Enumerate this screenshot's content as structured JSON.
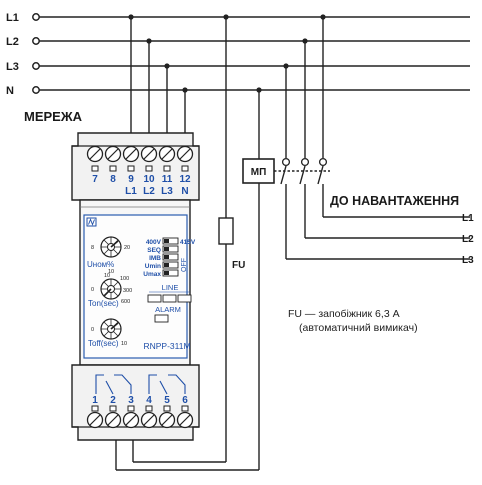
{
  "supply": {
    "title": "МЕРЕЖА",
    "lines": [
      "L1",
      "L2",
      "L3",
      "N"
    ]
  },
  "relay": {
    "top_terminals": [
      "7",
      "8",
      "9",
      "10",
      "11",
      "12"
    ],
    "top_terminal_sub": [
      "L1",
      "L2",
      "L3",
      "N"
    ],
    "bottom_terminals": [
      "1",
      "2",
      "3",
      "4",
      "5",
      "6"
    ],
    "model": "RNPP-311M",
    "knobs": {
      "u_label": "Uном%",
      "u_scale": [
        "8",
        "10",
        "20"
      ],
      "ton_label": "Ton(sec)",
      "ton_scale": [
        "0",
        "10",
        "100",
        "300",
        "600"
      ],
      "toff_label": "Toff(sec)",
      "toff_scale": [
        "0",
        "10"
      ]
    },
    "dip": {
      "left": [
        "400V",
        "SEQ",
        "IMB",
        "Umin",
        "Umax"
      ],
      "right_top": "415V",
      "right_side": "OFF"
    },
    "leds": {
      "line": "LINE",
      "alarm": "ALARM"
    }
  },
  "contactor": {
    "label": "МП"
  },
  "fuse": {
    "label": "FU"
  },
  "load": {
    "title": "ДО НАВАНТАЖЕННЯ",
    "lines": [
      "L1",
      "L2",
      "L3"
    ]
  },
  "note": {
    "line1": "FU — запобіжник 6,3 А",
    "line2": "(автоматичний вимикач)"
  }
}
